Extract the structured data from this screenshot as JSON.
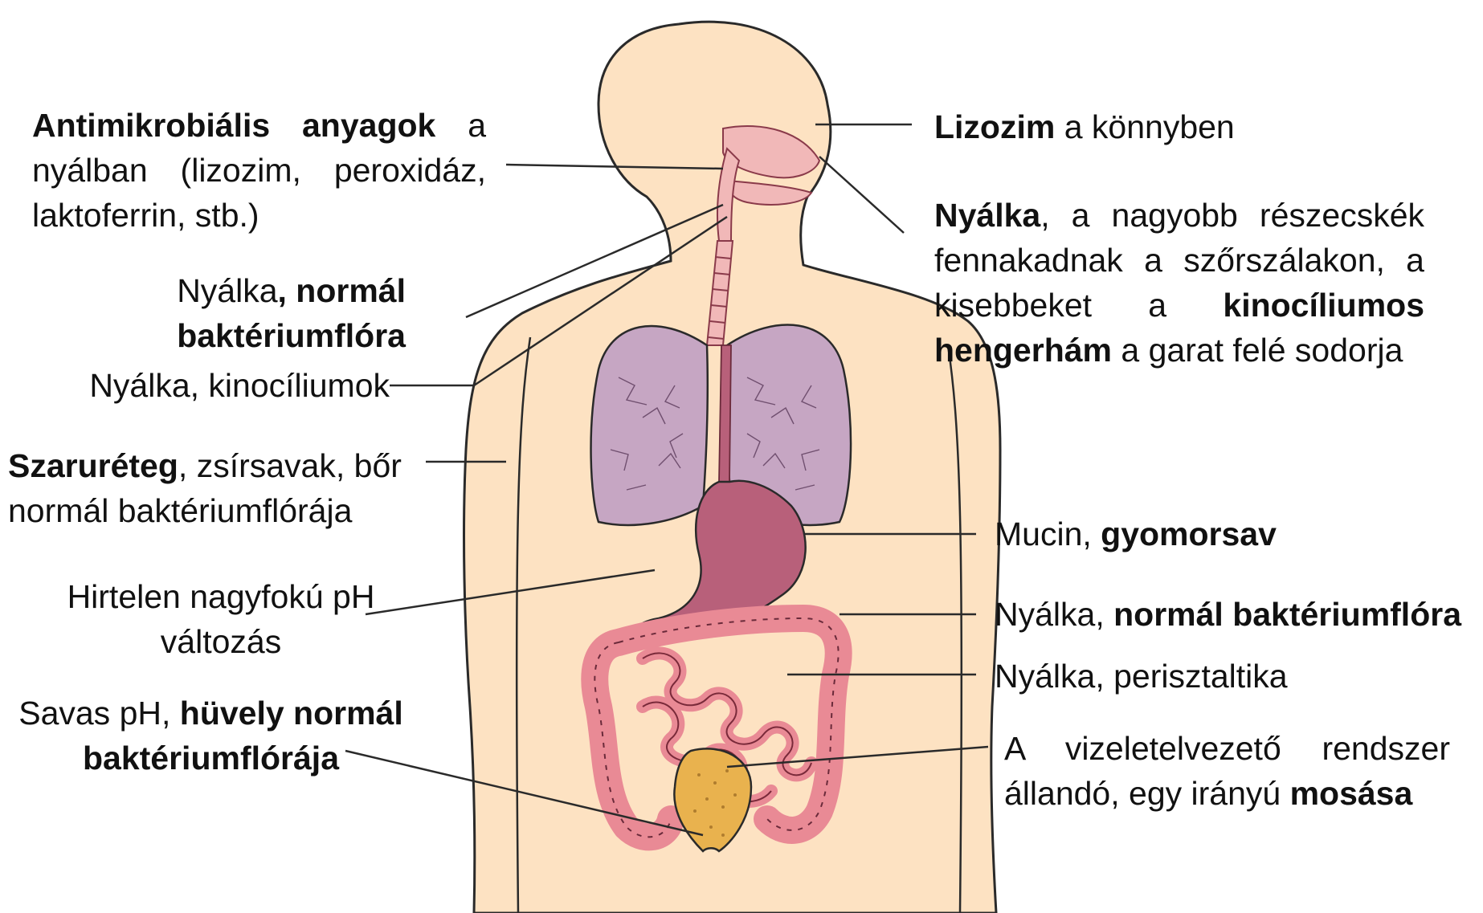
{
  "labels": {
    "antimicrobial": {
      "bold1": "Antimikrobiális anyagok",
      "text1": " a nyálban (lizozim, peroxidáz, laktoferrin, stb.)"
    },
    "mucus_normal_flora_upper": {
      "text1": "Nyálka",
      "bold1": ", normál baktériumflóra"
    },
    "mucus_cilia": {
      "text1": "Nyálka, kinocíliumok"
    },
    "skin": {
      "bold1": "Szaruréteg",
      "text1": ", zsírsavak, bőr normál baktériumflórája"
    },
    "ph_change": {
      "text1": "Hirtelen nagyfokú pH változás"
    },
    "vaginal": {
      "text1": "Savas pH, ",
      "bold1": "hüvely normál baktériumflórája"
    },
    "lysozyme_tears": {
      "bold1": "Lizozim",
      "text1": " a könnyben"
    },
    "nasal_mucus": {
      "bold1": "Nyálka",
      "text1": ", a nagyobb részecskék fennakadnak a szőrszálakon, a kisebbeket a ",
      "bold2": "kinocíliumos hengerhám",
      "text2": " a garat felé sodorja"
    },
    "gastric": {
      "text1": "Mucin, ",
      "bold1": "gyomorsav"
    },
    "intestine_flora": {
      "text1": "Nyálka, ",
      "bold1": "normál baktériumflóra"
    },
    "peristalsis": {
      "text1": "Nyálka, perisztaltika"
    },
    "urinary": {
      "text1": "A vizeletelvezető rendszer állandó, egy irányú ",
      "bold1": "mosása"
    }
  },
  "colors": {
    "skin": "#fde2c2",
    "outline": "#2a2a2a",
    "lung": "#c6a6c3",
    "stomach": "#b8607a",
    "intestine": "#e98a95",
    "bladder": "#e9b24e",
    "airway": "#f1b8b8"
  }
}
